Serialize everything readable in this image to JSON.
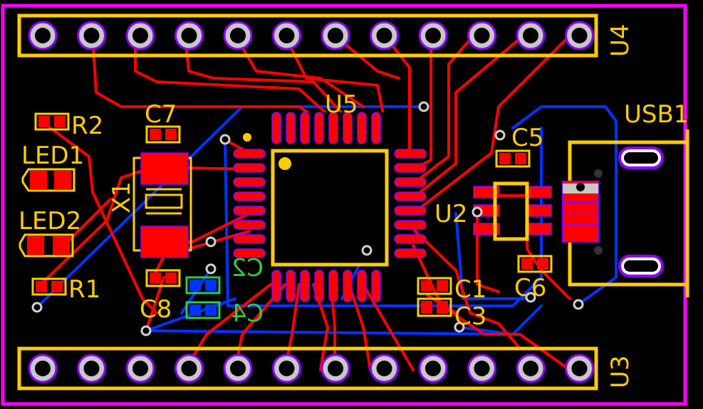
{
  "colors": {
    "background": "#000000",
    "outline": "#ff00ff",
    "silkscreen": "#ffcc00",
    "silkscreen_bottom": "#2ecc40",
    "copper_top": "#ff0000",
    "copper_bottom": "#0033ff",
    "pad_ring": "#c8c8c8",
    "via_ring": "#d0d0d0",
    "pad_outline": "#8b00ff"
  },
  "labels": {
    "u4": "U4",
    "u3": "U3",
    "u5": "U5",
    "u2": "U2",
    "usb1": "USB1",
    "c7": "C7",
    "c5": "C5",
    "c1": "C1",
    "c3": "C3",
    "c6": "C6",
    "c8": "C8",
    "c2": "C2",
    "c4": "C4",
    "r1": "R1",
    "r2": "R2",
    "led1": "LED1",
    "led2": "LED2",
    "x1": "X1"
  },
  "header_pins": {
    "top_count": 12,
    "bottom_count": 12
  }
}
